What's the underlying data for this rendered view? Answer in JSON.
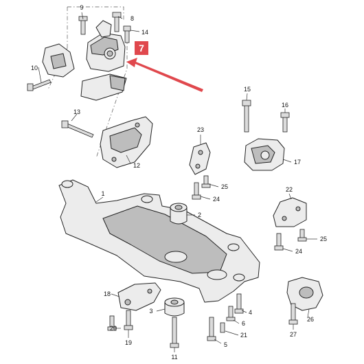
{
  "callouts": {
    "c1": "1",
    "c2": "2",
    "c3": "3",
    "c4": "4",
    "c5": "5",
    "c6": "6",
    "c7": "7",
    "c8": "8",
    "c9": "9",
    "c10": "10",
    "c11": "11",
    "c12": "12",
    "c13": "13",
    "c14": "14",
    "c15": "15",
    "c16": "16",
    "c17": "17",
    "c18": "18",
    "c19": "19",
    "c20": "20",
    "c21": "21",
    "c22": "22",
    "c23": "23",
    "c24a": "24",
    "c24b": "24",
    "c25a": "25",
    "c25b": "25",
    "c26": "26",
    "c27": "27"
  },
  "highlight": {
    "label": "7",
    "color": "#e0484d"
  }
}
